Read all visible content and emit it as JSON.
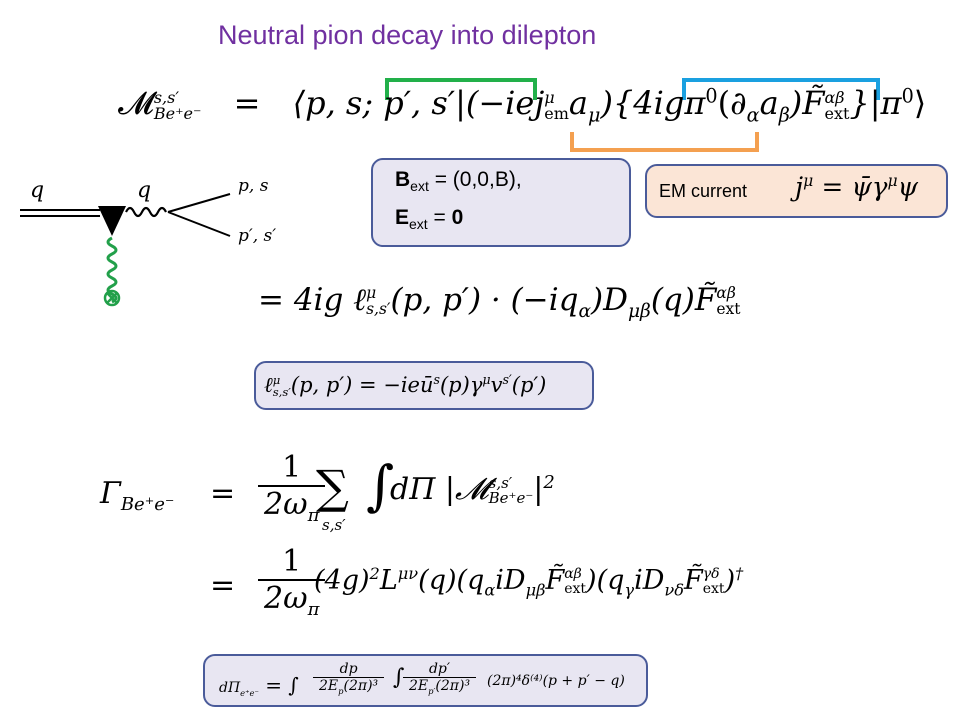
{
  "title": "Neutral pion decay into dilepton",
  "amplitude": {
    "lhs": "𝓜",
    "lhs_sup": "s,s′",
    "lhs_sub": "Be⁺e⁻",
    "eq": "=",
    "rhs": "⟨p, s; p′, s′|(−iej",
    "rhs_sup": "μ",
    "rhs_sub": "em",
    "rhs2": "a",
    "rhs2_sub": "μ",
    "rhs3": "){4igπ",
    "rhs3_sup": "0",
    "rhs4": "(∂",
    "rhs4_sub": "α",
    "rhs5": "a",
    "rhs5_sub": "β",
    "rhs6": ")F̃",
    "rhs6_sup": "αβ",
    "rhs6_sub": "ext",
    "rhs7": "}|π",
    "rhs7_sup": "0",
    "rhs8": "⟩"
  },
  "field_box": {
    "line1_bold": "B",
    "line1_sub": "ext",
    "line1_rest": " = (0,0,B),",
    "line2_bold": "E",
    "line2_sub": "ext",
    "line2_rest": " = ",
    "line2_value": "0"
  },
  "em_box": {
    "label": "EM current",
    "j": "j",
    "j_sup": "μ",
    "eq": "= ψ̄γ",
    "gamma_sup": "μ",
    "psi": "ψ"
  },
  "feynman": {
    "q1": "q",
    "q2": "q",
    "p1": "p, s",
    "p2": "p′, s′"
  },
  "line2": {
    "pre": "= 4ig ℓ",
    "sup": "μ",
    "sub": "s,s′",
    "mid": "(p, p′) · (−iq",
    "mid_sub": "α",
    "d": ")D",
    "d_sub": "μβ",
    "q": "(q)F̃",
    "f_sup": "αβ",
    "f_sub": "ext"
  },
  "lepton_box": {
    "pre": "ℓ",
    "sup": "μ",
    "sub": "s,s′",
    "rest": "(p, p′) = −ieū",
    "u_sup": "s",
    "rest2": "(p)γ",
    "g_sup": "μ",
    "rest3": "v",
    "v_sup": "s′",
    "rest4": "(p′)"
  },
  "rate": {
    "gamma": "Γ",
    "gamma_sub": "Be⁺e⁻",
    "eq": "=",
    "num": "1",
    "den": "2ω",
    "den_sub": "π",
    "sum": "∑",
    "sum_sub": "s,s′",
    "int": "∫",
    "dpi": "dΠ |𝓜",
    "m_sup": "s,s′",
    "m_sub": "Be⁺e⁻",
    "end": "|",
    "end_sup": "2"
  },
  "rate2": {
    "eq": "=",
    "num": "1",
    "den": "2ω",
    "den_sub": "π",
    "body1": "(4g)",
    "b1_sup": "2",
    "body2": "L",
    "b2_sup": "μν",
    "body3": "(q)(q",
    "b3_sub": "α",
    "body4": "iD",
    "b4_sub": "μβ",
    "body5": "F̃",
    "b5_sup": "αβ",
    "b5_sub": "ext",
    "body6": ")(q",
    "b6_sub": "γ",
    "body7": "iD",
    "b7_sub": "νδ",
    "body8": "F̃",
    "b8_sup": "γδ",
    "b8_sub": "ext",
    "body9": ")",
    "b9_sup": "†"
  },
  "phase_box": {
    "lhs": "dΠ",
    "lhs_sub": "e⁺e⁻",
    "eq": " = ∫",
    "n1": "dp",
    "d1": "2E",
    "d1_sub": "p",
    "d1_rest": "(2π)³",
    "int2": "∫",
    "n2": "dp′",
    "d2": "2E",
    "d2_sub": "p′",
    "d2_rest": "(2π)³",
    "tail": "(2π)⁴δ⁽⁴⁾(p + p′ − q)"
  },
  "colors": {
    "title": "#7030a0",
    "bracket_green": "#22b04a",
    "bracket_blue": "#1aa0e0",
    "bracket_orange": "#f4a050",
    "box_border": "#4a5b9a",
    "box_fill_lavender": "#e8e6f2",
    "box_fill_peach": "#fbe5d6",
    "photon_green": "#22a04a"
  }
}
